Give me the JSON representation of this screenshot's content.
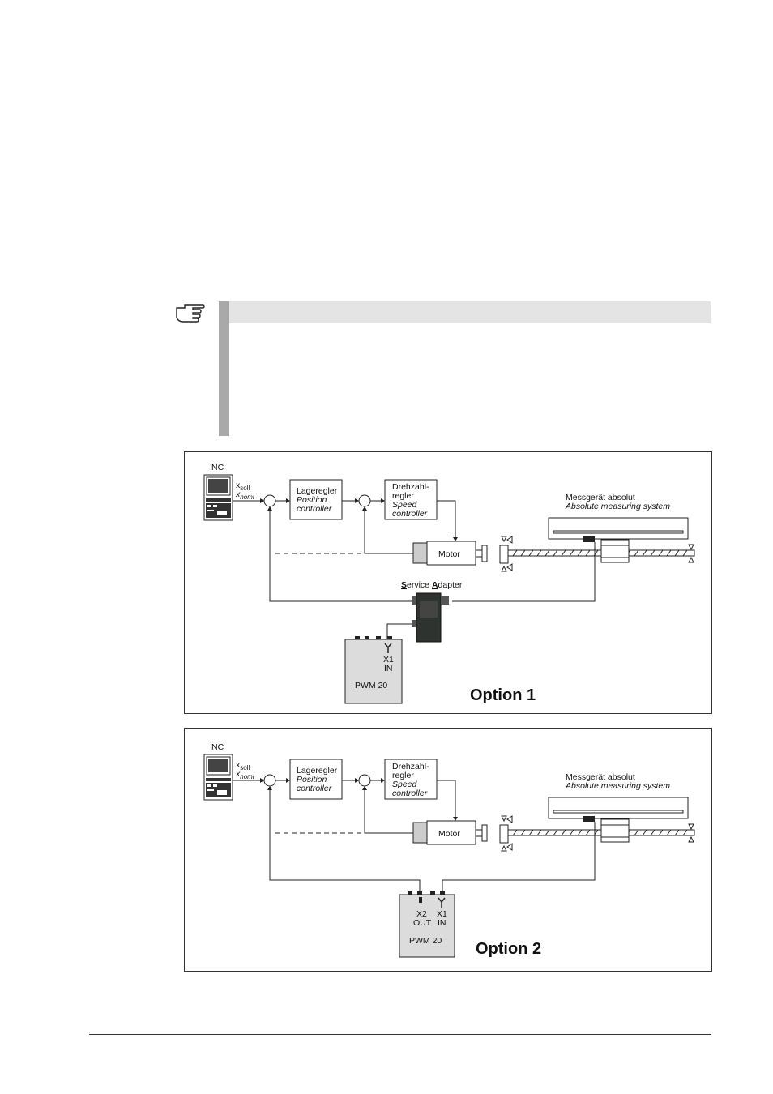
{
  "diagram_option1": {
    "nc_label": "NC",
    "x_soll": "soll",
    "x_noml": "noml",
    "lageregler": "Lageregler",
    "position_controller": "Position controller",
    "drehzahl_1": "Drehzahl-",
    "drehzahl_2": "regler",
    "speed_controller_1": "Speed",
    "speed_controller_2": "controller",
    "messgeraet": "Messgerät absolut",
    "absolute_measuring": "Absolute measuring system",
    "motor": "Motor",
    "service_adapter_s": "S",
    "service_adapter_mid": "ervice ",
    "service_adapter_a": "A",
    "service_adapter_end": "dapter",
    "x1": "X1",
    "in": "IN",
    "pwm": "PWM 20",
    "option": "Option 1"
  },
  "diagram_option2": {
    "nc_label": "NC",
    "x_soll": "soll",
    "x_noml": "noml",
    "lageregler": "Lageregler",
    "position_controller": "Position controller",
    "drehzahl_1": "Drehzahl-",
    "drehzahl_2": "regler",
    "speed_controller_1": "Speed",
    "speed_controller_2": "controller",
    "messgeraet": "Messgerät absolut",
    "absolute_measuring": "Absolute measuring system",
    "motor": "Motor",
    "x2": "X2",
    "out": "OUT",
    "x1": "X1",
    "in": "IN",
    "pwm": "PWM 20",
    "option": "Option 2"
  }
}
